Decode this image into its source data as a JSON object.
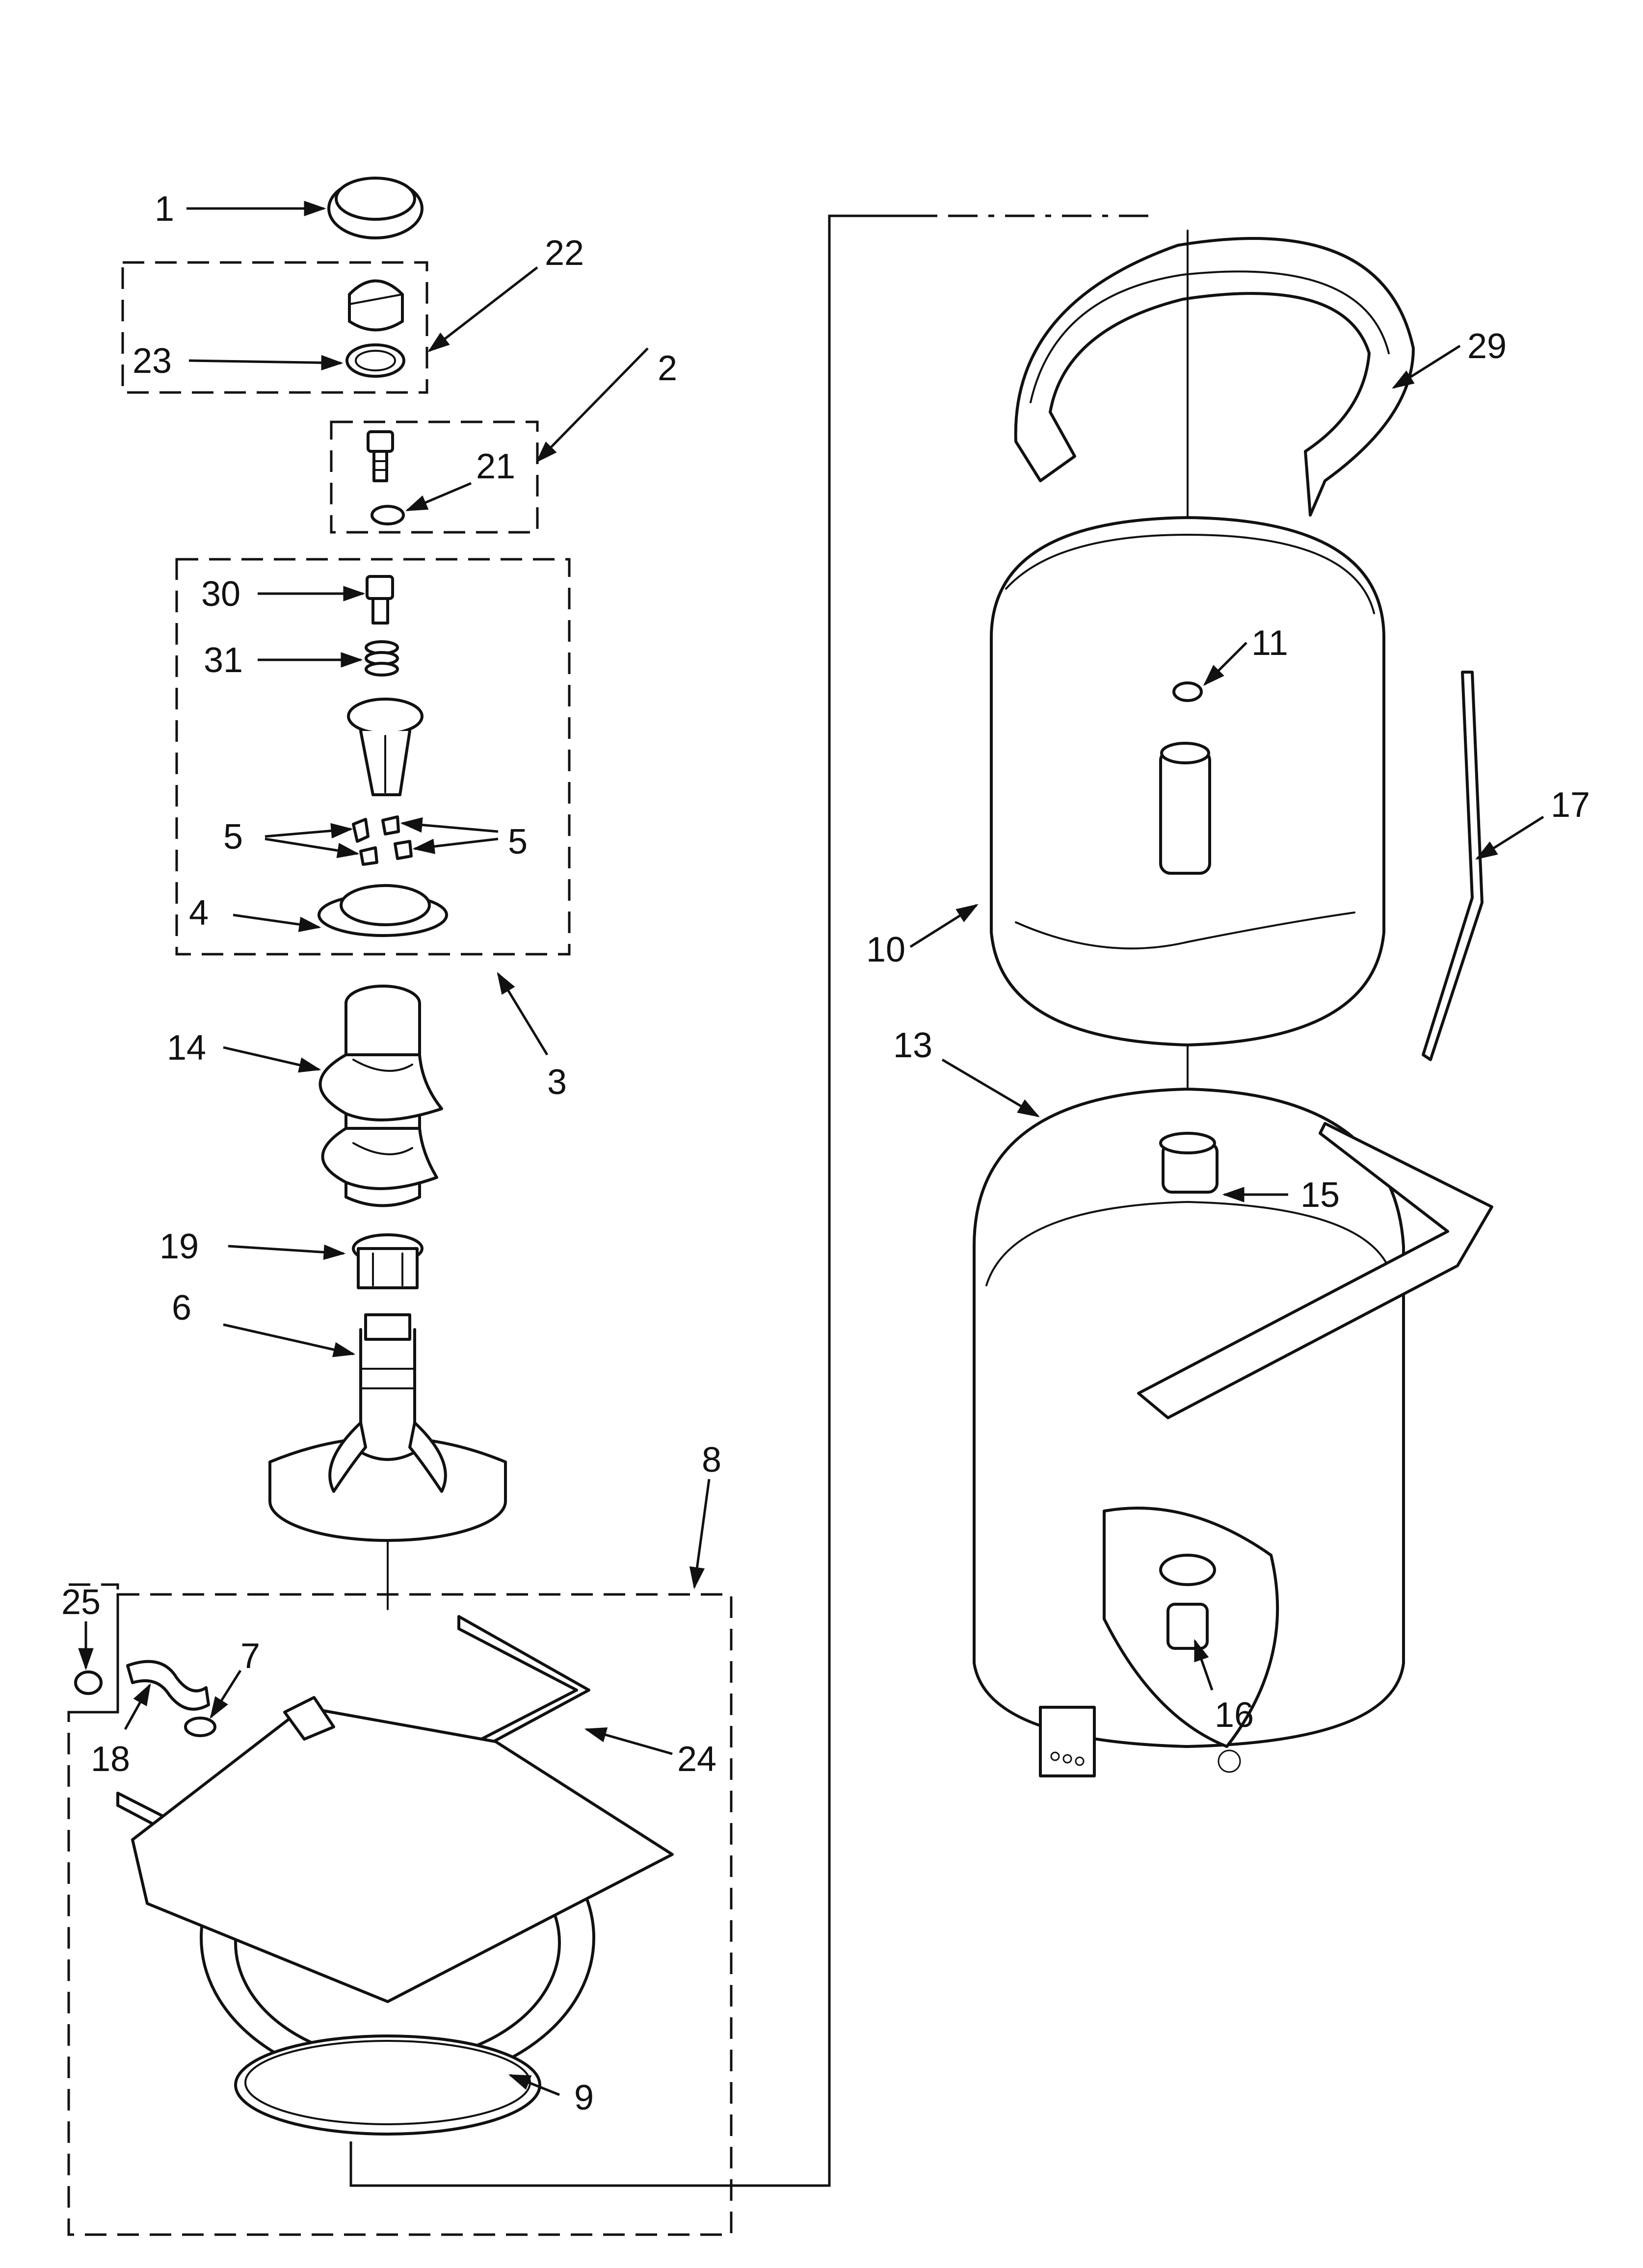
{
  "diagram": {
    "callouts": [
      {
        "id": "c1",
        "text": "1"
      },
      {
        "id": "c22",
        "text": "22"
      },
      {
        "id": "c23",
        "text": "23"
      },
      {
        "id": "c2",
        "text": "2"
      },
      {
        "id": "c21",
        "text": "21"
      },
      {
        "id": "c30",
        "text": "30"
      },
      {
        "id": "c31",
        "text": "31"
      },
      {
        "id": "c5a",
        "text": "5"
      },
      {
        "id": "c5b",
        "text": "5"
      },
      {
        "id": "c4",
        "text": "4"
      },
      {
        "id": "c3",
        "text": "3"
      },
      {
        "id": "c14",
        "text": "14"
      },
      {
        "id": "c19",
        "text": "19"
      },
      {
        "id": "c6",
        "text": "6"
      },
      {
        "id": "c8",
        "text": "8"
      },
      {
        "id": "c25",
        "text": "25"
      },
      {
        "id": "c7",
        "text": "7"
      },
      {
        "id": "c18",
        "text": "18"
      },
      {
        "id": "c24",
        "text": "24"
      },
      {
        "id": "c9",
        "text": "9"
      },
      {
        "id": "c29",
        "text": "29"
      },
      {
        "id": "c11",
        "text": "11"
      },
      {
        "id": "c17",
        "text": "17"
      },
      {
        "id": "c10",
        "text": "10"
      },
      {
        "id": "c13",
        "text": "13"
      },
      {
        "id": "c15",
        "text": "15"
      },
      {
        "id": "c16",
        "text": "16"
      }
    ]
  }
}
